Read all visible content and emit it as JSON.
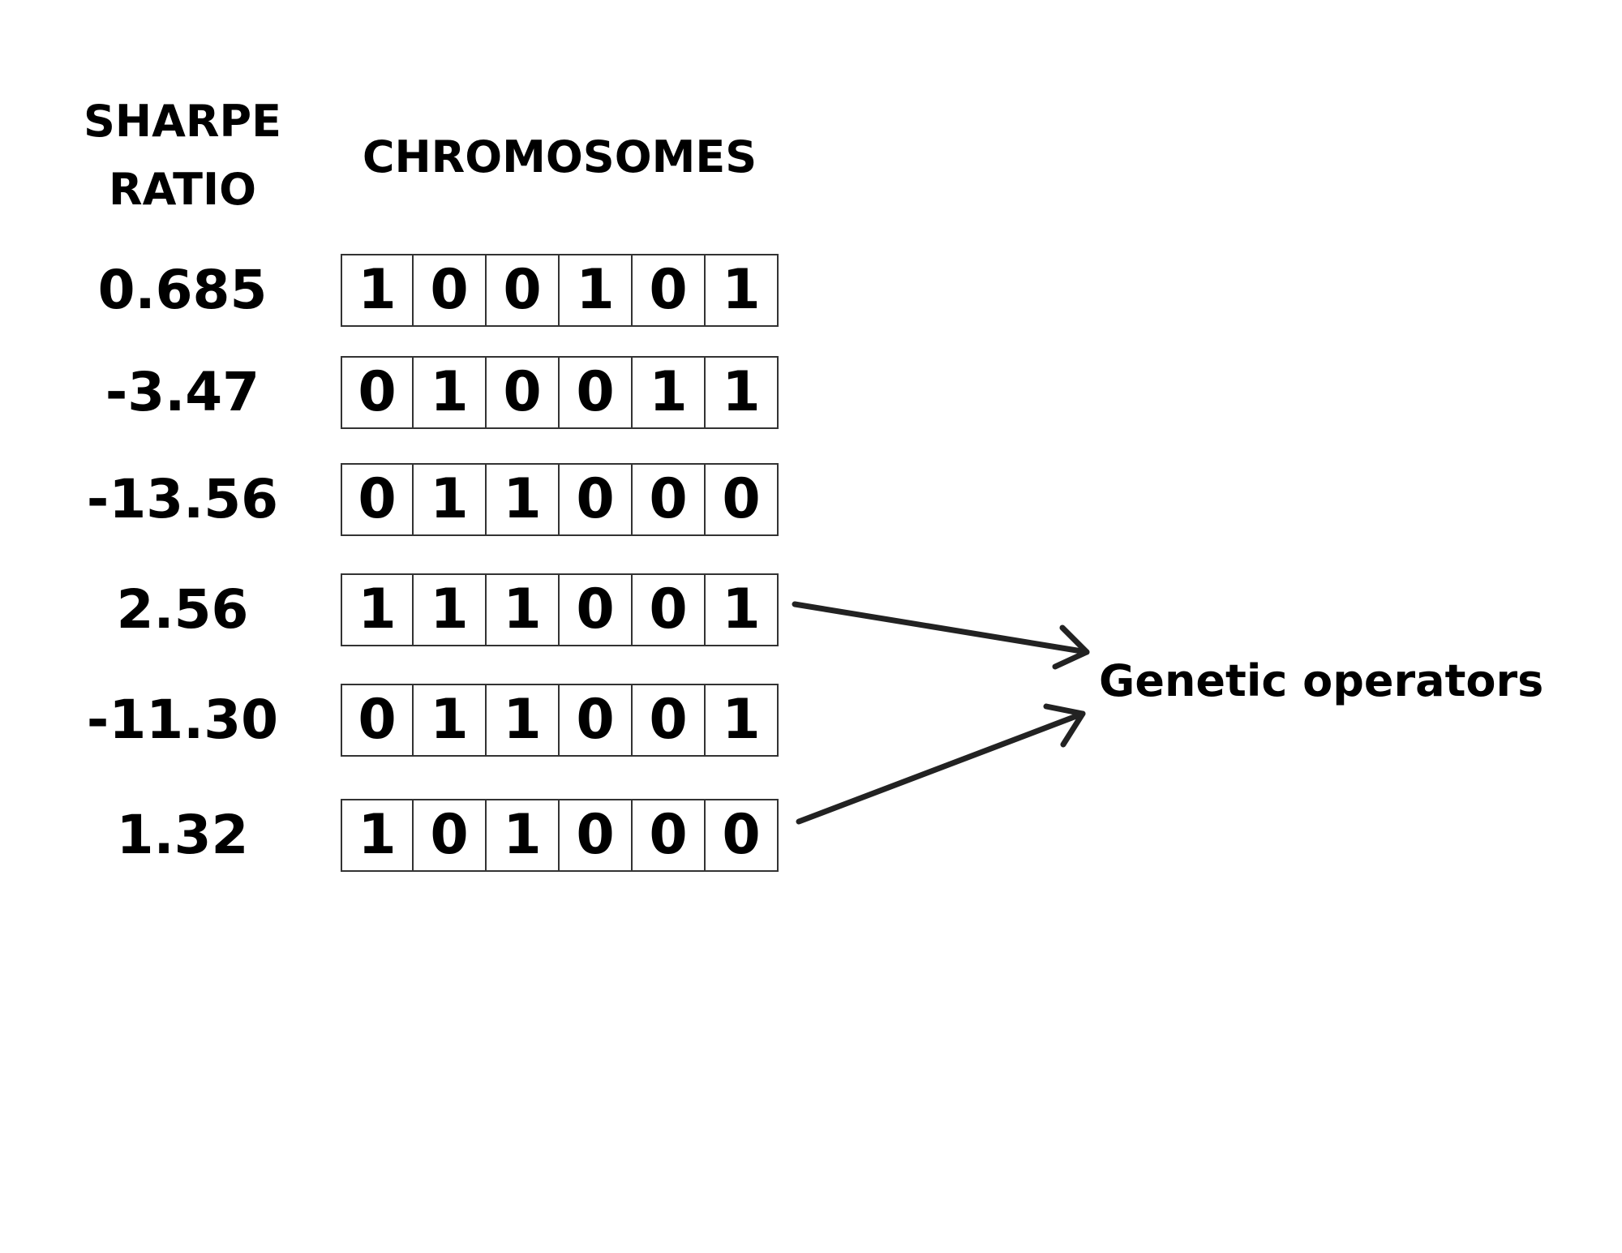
{
  "headers": {
    "sharpe_line1": "SHARPE",
    "sharpe_line2": "RATIO",
    "chromosomes": "CHROMOSOMES"
  },
  "rows": [
    {
      "sharpe": "0.685",
      "genes": [
        "1",
        "0",
        "0",
        "1",
        "0",
        "1"
      ]
    },
    {
      "sharpe": "-3.47",
      "genes": [
        "0",
        "1",
        "0",
        "0",
        "1",
        "1"
      ]
    },
    {
      "sharpe": "-13.56",
      "genes": [
        "0",
        "1",
        "1",
        "0",
        "0",
        "0"
      ]
    },
    {
      "sharpe": "2.56",
      "genes": [
        "1",
        "1",
        "1",
        "0",
        "0",
        "1"
      ]
    },
    {
      "sharpe": "-11.30",
      "genes": [
        "0",
        "1",
        "1",
        "0",
        "0",
        "1"
      ]
    },
    {
      "sharpe": "1.32",
      "genes": [
        "1",
        "0",
        "1",
        "0",
        "0",
        "0"
      ]
    }
  ],
  "operator_label": "Genetic operators",
  "colors": {
    "text": "#000000",
    "cell_border": "#333333",
    "arrow": "#222222",
    "background": "#ffffff"
  }
}
